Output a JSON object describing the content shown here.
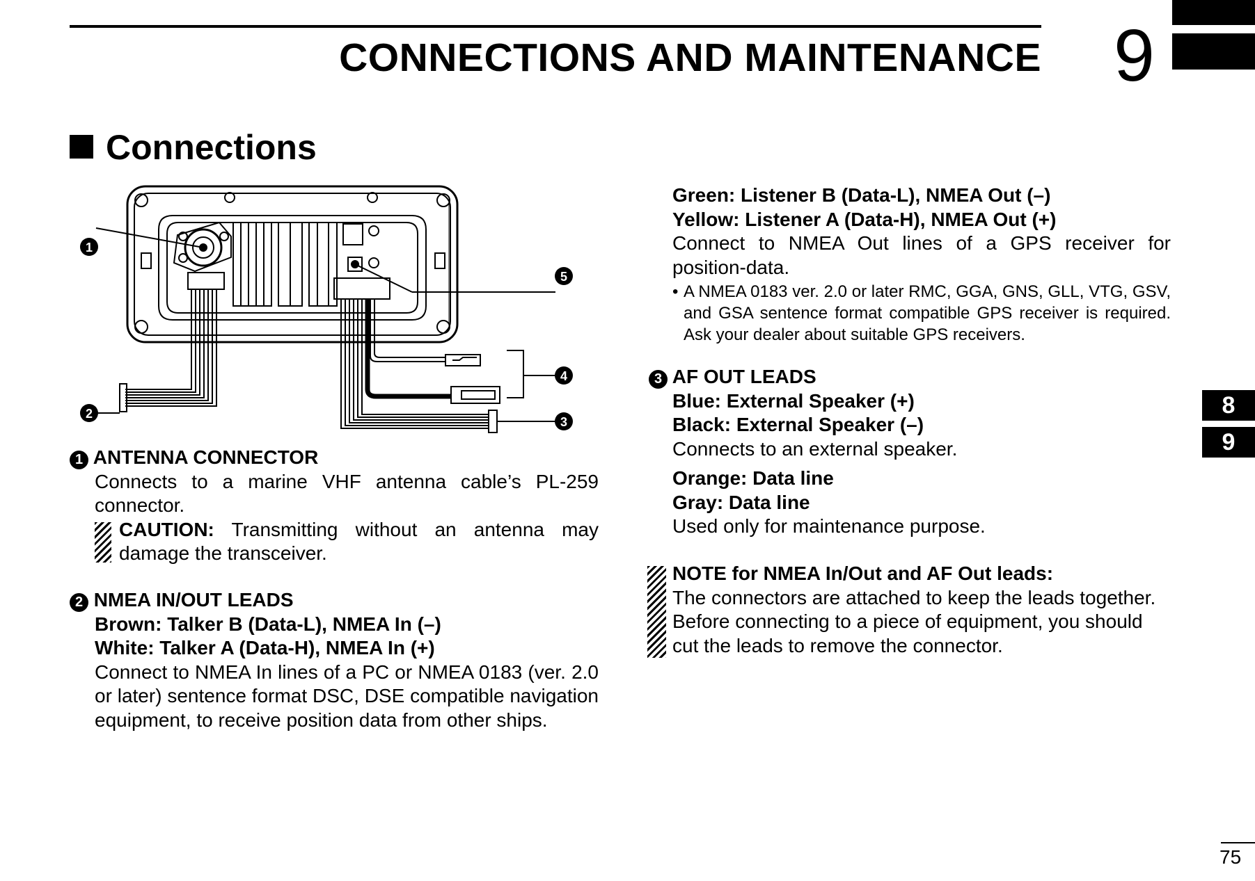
{
  "header": {
    "chapter_title": "CONNECTIONS AND MAINTENANCE",
    "chapter_number": "9"
  },
  "section": {
    "title": "Connections"
  },
  "figure": {
    "callouts": [
      "1",
      "2",
      "3",
      "4",
      "5"
    ]
  },
  "items": [
    {
      "number": "1",
      "heading": "ANTENNA CONNECTOR",
      "body": "Connects to a marine VHF antenna cable’s PL-259 connector.",
      "caution_label": "CAUTION:",
      "caution_text": "Transmitting without an antenna may damage the transceiver."
    },
    {
      "number": "2",
      "heading": "NMEA IN/OUT LEADS",
      "lines": [
        "Brown: Talker B (Data-L), NMEA In (–)",
        "White: Talker A (Data-H), NMEA In (+)"
      ],
      "body": "Connect to NMEA In lines of a PC or NMEA 0183 (ver. 2.0 or later) sentence format DSC, DSE compatible navigation equipment, to receive position data from other ships."
    }
  ],
  "right_column": {
    "green_line": "Green: Listener B (Data-L), NMEA Out (–)",
    "yellow_line": "Yellow: Listener A (Data-H), NMEA Out (+)",
    "nmea_out_body": "Connect to NMEA Out lines of a GPS receiver for position-data.",
    "bullet": "A NMEA 0183 ver. 2.0 or later RMC, GGA, GNS, GLL, VTG, GSV, and GSA sentence format compatible GPS receiver is required. Ask your dealer about suitable GPS receivers.",
    "af": {
      "number": "3",
      "heading": "AF OUT LEADS",
      "blue_line": "Blue: External Speaker (+)",
      "black_line": "Black: External Speaker (–)",
      "body": "Connects to an external speaker.",
      "orange_line": "Orange: Data line",
      "gray_line": "Gray: Data line",
      "maint_body": "Used only for maintenance purpose."
    },
    "note": {
      "title": "NOTE for NMEA In/Out and AF Out leads:",
      "body": "The connectors are attached to keep the leads together. Before connecting to a piece of equipment, you should cut the leads to remove the connector."
    }
  },
  "side_tabs": [
    "8",
    "9"
  ],
  "page_number": "75"
}
